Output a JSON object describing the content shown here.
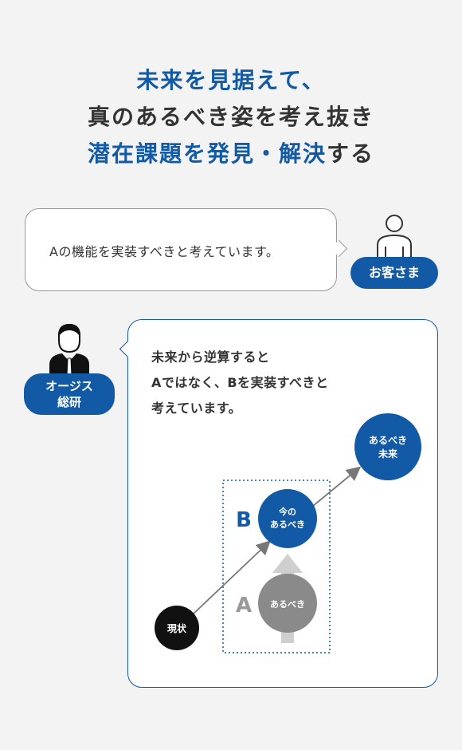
{
  "headline": {
    "line1": "未来を見据えて、",
    "line2": "真のあるべき姿を考え抜き",
    "line3_blue": "潜在課題を発見・解決",
    "line3_dark": "する"
  },
  "customer": {
    "quote": "Aの機能を実装すべきと考えています。",
    "label": "お客さま"
  },
  "consultant": {
    "label_line1": "オージス",
    "label_line2": "総研",
    "quote_lines": [
      "未来から逆算すると",
      "Aではなく、Bを実装すべきと",
      "考えています。"
    ]
  },
  "diagram": {
    "current": "現状",
    "label_a": "A",
    "label_b": "B",
    "circle_a": "あるべき",
    "circle_b_line1": "今の",
    "circle_b_line2": "あるべき",
    "future_line1": "あるべき",
    "future_line2": "未来"
  },
  "colors": {
    "blue": "#1259a6",
    "dark": "#333333",
    "gray": "#8a8a8a"
  }
}
